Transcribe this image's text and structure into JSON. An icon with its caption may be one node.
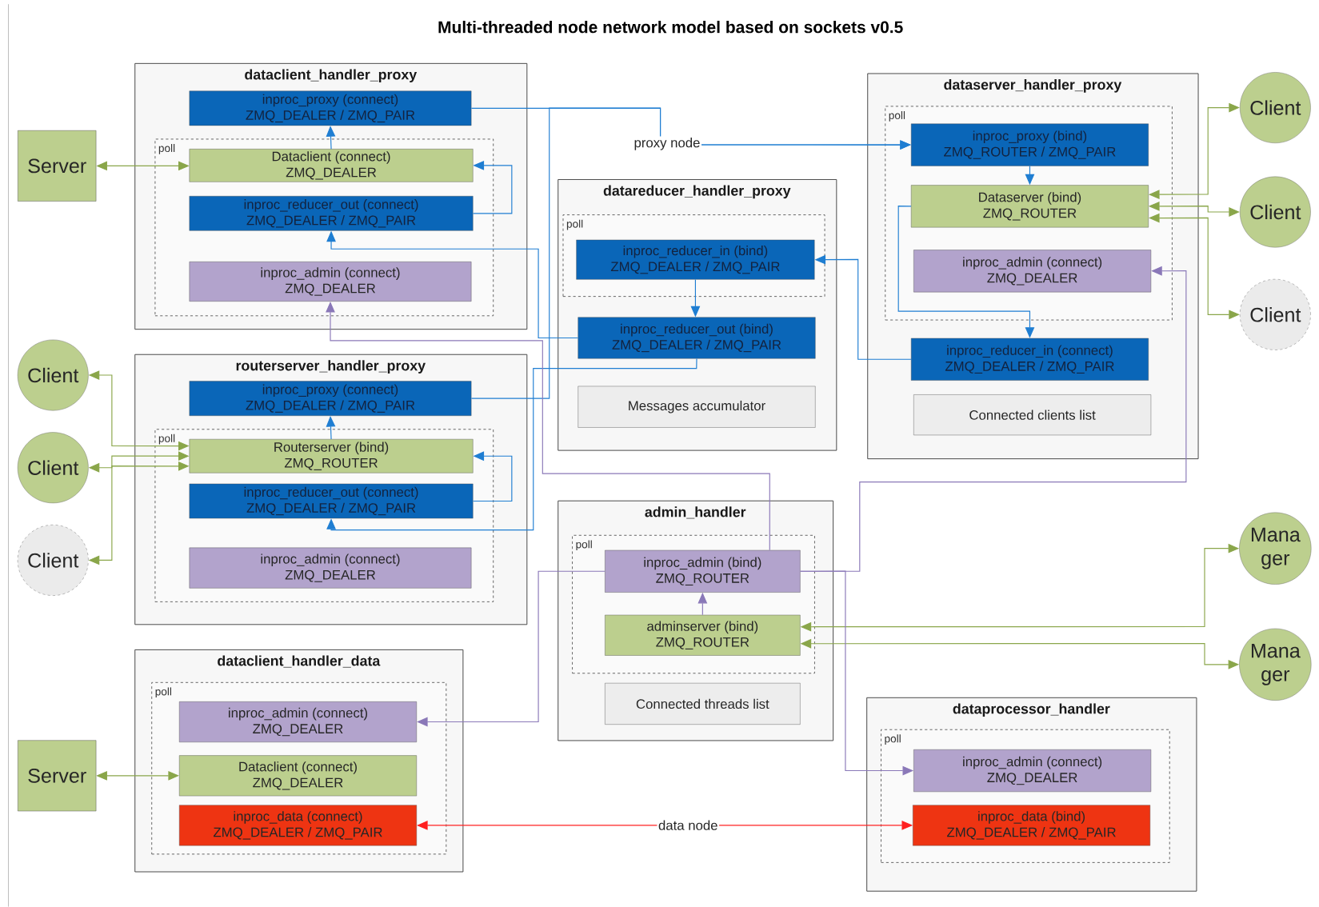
{
  "diagram": {
    "title": "Multi-threaded node network model based on sockets v0.5",
    "nodes": [
      {
        "text": [
          "dataclient_handler_proxy"
        ]
      },
      {
        "text": [
          "inproc_proxy (connect)",
          "ZMQ_DEALER / ZMQ_PAIR"
        ],
        "in": 0
      },
      {
        "text": [
          "poll"
        ],
        "in": 0
      },
      {
        "text": [
          "Dataclient (connect)",
          "ZMQ_DEALER"
        ],
        "in": 2
      },
      {
        "text": [
          "inproc_reducer_out (connect)",
          "ZMQ_DEALER / ZMQ_PAIR"
        ],
        "in": 2
      },
      {
        "text": [
          "inproc_admin (connect)",
          "ZMQ_DEALER"
        ],
        "in": 2
      },
      {
        "text": [
          "Server"
        ]
      },
      {
        "text": [
          "routerserver_handler_proxy"
        ]
      },
      {
        "text": [
          "inproc_proxy (connect)",
          "ZMQ_DEALER / ZMQ_PAIR"
        ],
        "in": 7
      },
      {
        "text": [
          "poll"
        ],
        "in": 7
      },
      {
        "text": [
          "Routerserver (bind)",
          "ZMQ_ROUTER"
        ],
        "in": 9
      },
      {
        "text": [
          "inproc_reducer_out (connect)",
          "ZMQ_DEALER / ZMQ_PAIR"
        ],
        "in": 9
      },
      {
        "text": [
          "inproc_admin (connect)",
          "ZMQ_DEALER"
        ],
        "in": 9
      },
      {
        "text": [
          "Client"
        ]
      },
      {
        "text": [
          "Client"
        ]
      },
      {
        "text": [
          "Client"
        ]
      },
      {
        "text": [
          "dataclient_handler_data"
        ]
      },
      {
        "text": [
          "poll"
        ],
        "in": 16
      },
      {
        "text": [
          "inproc_admin (connect)",
          "ZMQ_DEALER"
        ],
        "in": 17
      },
      {
        "text": [
          "Dataclient (connect)",
          "ZMQ_DEALER"
        ],
        "in": 17
      },
      {
        "text": [
          "inproc_data (connect)",
          "ZMQ_DEALER / ZMQ_PAIR"
        ],
        "in": 17
      },
      {
        "text": [
          "Server"
        ]
      },
      {
        "text": [
          "datareducer_handler_proxy"
        ]
      },
      {
        "text": [
          "poll"
        ],
        "in": 22
      },
      {
        "text": [
          "inproc_reducer_in (bind)",
          "ZMQ_DEALER / ZMQ_PAIR"
        ],
        "in": 23
      },
      {
        "text": [
          "inproc_reducer_out (bind)",
          "ZMQ_DEALER / ZMQ_PAIR"
        ],
        "in": 22
      },
      {
        "text": [
          "Messages accumulator"
        ],
        "in": 22
      },
      {
        "text": [
          "admin_handler"
        ]
      },
      {
        "text": [
          "poll"
        ],
        "in": 27
      },
      {
        "text": [
          "inproc_admin (bind)",
          "ZMQ_ROUTER"
        ],
        "in": 28
      },
      {
        "text": [
          "adminserver (bind)",
          "ZMQ_ROUTER"
        ],
        "in": 28
      },
      {
        "text": [
          "Connected threads list"
        ],
        "in": 27
      },
      {
        "text": [
          "dataserver_handler_proxy"
        ]
      },
      {
        "text": [
          "poll"
        ],
        "in": 32
      },
      {
        "text": [
          "inproc_proxy (bind)",
          "ZMQ_ROUTER / ZMQ_PAIR"
        ],
        "in": 33
      },
      {
        "text": [
          "Dataserver (bind)",
          "ZMQ_ROUTER"
        ],
        "in": 33
      },
      {
        "text": [
          "inproc_admin (connect)",
          "ZMQ_DEALER"
        ],
        "in": 33
      },
      {
        "text": [
          "inproc_reducer_in (connect)",
          "ZMQ_DEALER / ZMQ_PAIR"
        ],
        "in": 32
      },
      {
        "text": [
          "Connected clients list"
        ],
        "in": 32
      },
      {
        "text": [
          "Client"
        ]
      },
      {
        "text": [
          "Client"
        ]
      },
      {
        "text": [
          "Client"
        ]
      },
      {
        "text": [
          "dataprocessor_handler"
        ]
      },
      {
        "text": [
          "poll"
        ],
        "in": 42
      },
      {
        "text": [
          "inproc_admin (connect)",
          "ZMQ_DEALER"
        ],
        "in": 43
      },
      {
        "text": [
          "inproc_data (bind)",
          "ZMQ_DEALER / ZMQ_PAIR"
        ],
        "in": 43
      },
      {
        "text": [
          "Mana ger"
        ]
      },
      {
        "text": [
          "Mana ger"
        ]
      }
    ],
    "edges": [
      {
        "from": 6,
        "to": 3,
        "arrow": "both",
        "color": "#8aa64a"
      },
      {
        "from": 3,
        "to": 1,
        "arrow": "to"
      },
      {
        "from": 4,
        "to": 3,
        "arrow": "to"
      },
      {
        "from": 1,
        "to": 34,
        "arrow": "to",
        "label": "proxy node"
      },
      {
        "from": 8,
        "to": 34,
        "arrow": "to"
      },
      {
        "from": 25,
        "to": 4,
        "arrow": "to"
      },
      {
        "from": 25,
        "to": 11,
        "arrow": "to"
      },
      {
        "from": 35,
        "to": 37,
        "arrow": "to"
      },
      {
        "from": 37,
        "to": 24,
        "arrow": "to"
      },
      {
        "from": 24,
        "to": 25,
        "arrow": "to"
      },
      {
        "from": 34,
        "to": 35,
        "arrow": "to"
      },
      {
        "from": 35,
        "to": 39,
        "arrow": "both",
        "color": "#8aa64a"
      },
      {
        "from": 35,
        "to": 40,
        "arrow": "both",
        "color": "#8aa64a"
      },
      {
        "from": 35,
        "to": 41,
        "arrow": "both",
        "color": "#8aa64a"
      },
      {
        "from": 10,
        "to": 13,
        "arrow": "both",
        "color": "#8aa64a"
      },
      {
        "from": 10,
        "to": 14,
        "arrow": "both",
        "color": "#8aa64a"
      },
      {
        "from": 10,
        "to": 15,
        "arrow": "both",
        "color": "#8aa64a"
      },
      {
        "from": 10,
        "to": 8,
        "arrow": "to"
      },
      {
        "from": 11,
        "to": 10,
        "arrow": "to"
      },
      {
        "from": 21,
        "to": 19,
        "arrow": "both",
        "color": "#8aa64a"
      },
      {
        "from": 20,
        "to": 45,
        "arrow": "both",
        "color": "#ff2020",
        "label": "data node"
      },
      {
        "from": 30,
        "to": 29,
        "arrow": "to",
        "color": "#8a78b8"
      },
      {
        "from": 30,
        "to": 46,
        "arrow": "both",
        "color": "#8aa64a"
      },
      {
        "from": 30,
        "to": 47,
        "arrow": "both",
        "color": "#8aa64a"
      },
      {
        "from": 29,
        "to": 5,
        "arrow": "to",
        "color": "#8a78b8"
      },
      {
        "from": 29,
        "to": 18,
        "arrow": "to",
        "color": "#8a78b8"
      },
      {
        "from": 29,
        "to": 36,
        "arrow": "to",
        "color": "#8a78b8"
      },
      {
        "from": 29,
        "to": 44,
        "arrow": "to",
        "color": "#8a78b8"
      }
    ]
  }
}
